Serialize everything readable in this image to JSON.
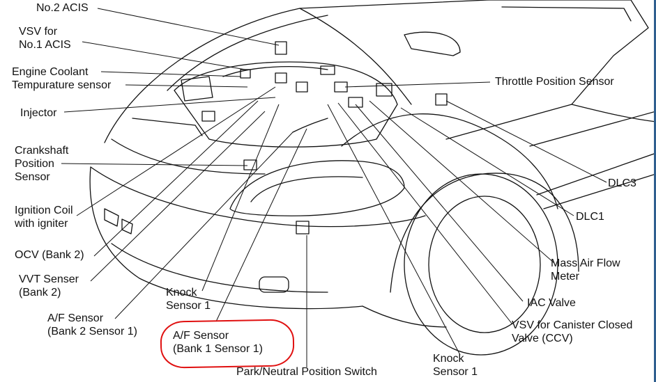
{
  "labels": {
    "no2_acis": "No.2 ACIS",
    "vsv_no1_acis_1": "VSV for",
    "vsv_no1_acis_2": "No.1 ACIS",
    "ect_1": "Engine Coolant",
    "ect_2": "Tempurature sensor",
    "injector": "Injector",
    "ckp_1": "Crankshaft",
    "ckp_2": "Position",
    "ckp_3": "Sensor",
    "coil_1": "Ignition Coil",
    "coil_2": "with igniter",
    "ocv": "OCV (Bank 2)",
    "vvt_1": "VVT Senser",
    "vvt_2": "(Bank 2)",
    "af_b2_1": "A/F Sensor",
    "af_b2_2": "(Bank 2 Sensor 1)",
    "knock1_left_1": "Knock",
    "knock1_left_2": "Sensor 1",
    "af_b1_1": "A/F Sensor",
    "af_b1_2": "(Bank 1 Sensor 1)",
    "pnp": "Park/Neutral Position Switch",
    "knock1_right_1": "Knock",
    "knock1_right_2": "Sensor 1",
    "tps": "Throttle Position Sensor",
    "dlc3": "DLC3",
    "dlc1": "DLC1",
    "maf_1": "Mass Air Flow",
    "maf_2": "Meter",
    "iac": "IAC Valve",
    "vsv_ccv_1": "VSV for Canister Closed",
    "vsv_ccv_2": "Valve (CCV)"
  },
  "colors": {
    "line": "#111111",
    "annotation": "#e01010",
    "frame": "#2f5f8f"
  }
}
